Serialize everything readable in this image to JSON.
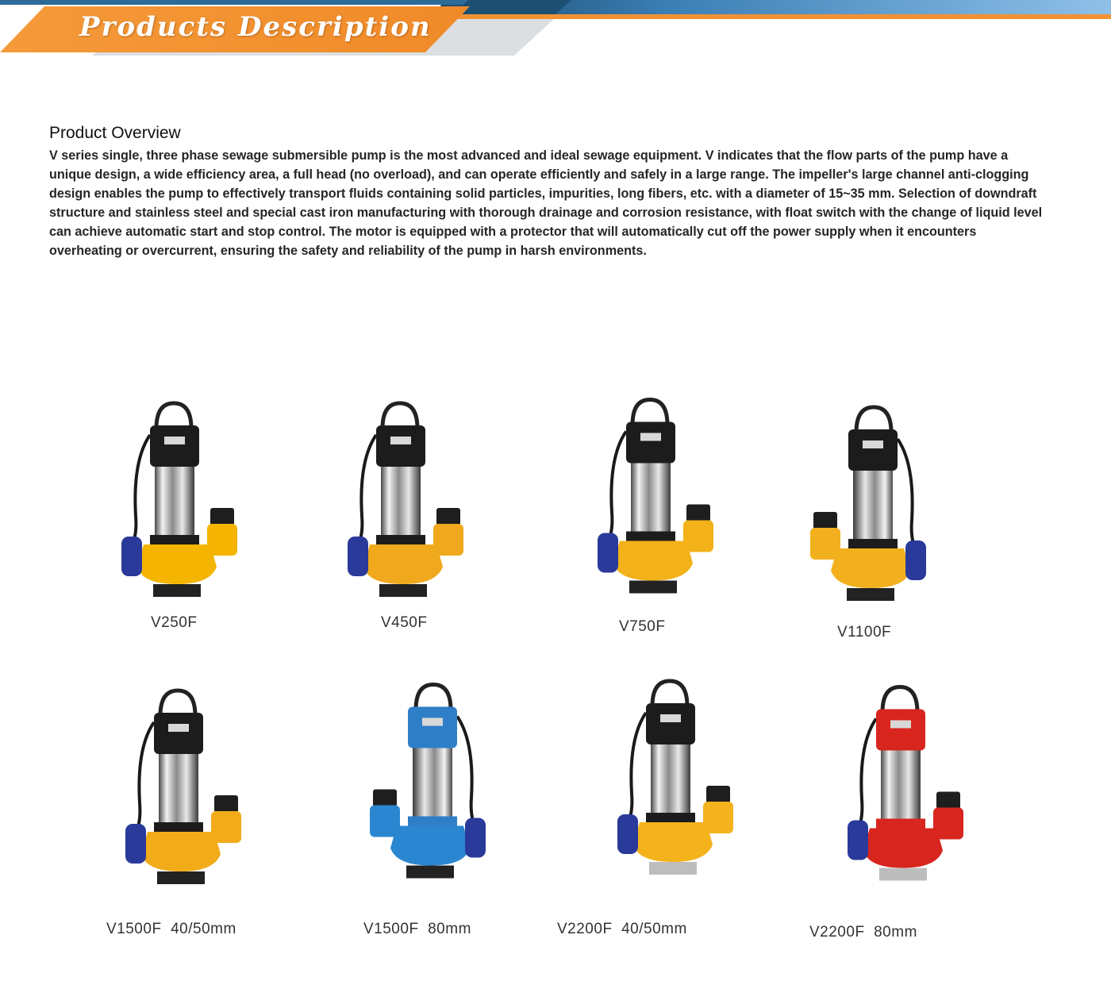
{
  "header": {
    "title": "Products Description",
    "colors": {
      "orange": "#f39233",
      "dark_blue": "#1d4f73",
      "light_blue": "#6fa8d6",
      "gray": "#e2e4e6"
    }
  },
  "overview": {
    "heading": "Product Overview",
    "body": "V series single, three phase sewage submersible pump is the most advanced and ideal sewage equipment. V indicates that the flow parts of the pump have a unique design, a wide efficiency area, a full head (no overload), and can operate efficiently and safely in a large range. The impeller's large channel anti-clogging design enables the pump to effectively transport fluids containing solid particles, impurities, long fibers, etc. with a diameter of 15~35 mm. Selection of downdraft structure and stainless steel and special cast iron manufacturing with thorough drainage and corrosion resistance, with float switch with the change of liquid level can achieve automatic start and stop control. The motor is equipped with a protector that will automatically cut off the power supply when it encounters overheating or overcurrent, ensuring the safety and reliability of the pump in harsh environments."
  },
  "products": [
    {
      "model": "V250F",
      "base_color": "#f4b400",
      "head_color": "#1c1c1c"
    },
    {
      "model": "V450F",
      "base_color": "#f0a81c",
      "head_color": "#1c1c1c"
    },
    {
      "model": "V750F",
      "base_color": "#f3b21a",
      "head_color": "#1c1c1c"
    },
    {
      "model": "V1100F",
      "base_color": "#f2b01e",
      "head_color": "#1c1c1c"
    },
    {
      "model": "V1500F  40/50mm",
      "base_color": "#f2ac1a",
      "head_color": "#1c1c1c"
    },
    {
      "model": "V1500F  80mm",
      "base_color": "#2b86d1",
      "head_color": "#2f7fc8"
    },
    {
      "model": "V2200F  40/50mm",
      "base_color": "#f4b21c",
      "head_color": "#1c1c1c"
    },
    {
      "model": "V2200F  80mm",
      "base_color": "#d8251e",
      "head_color": "#d8251e"
    }
  ]
}
